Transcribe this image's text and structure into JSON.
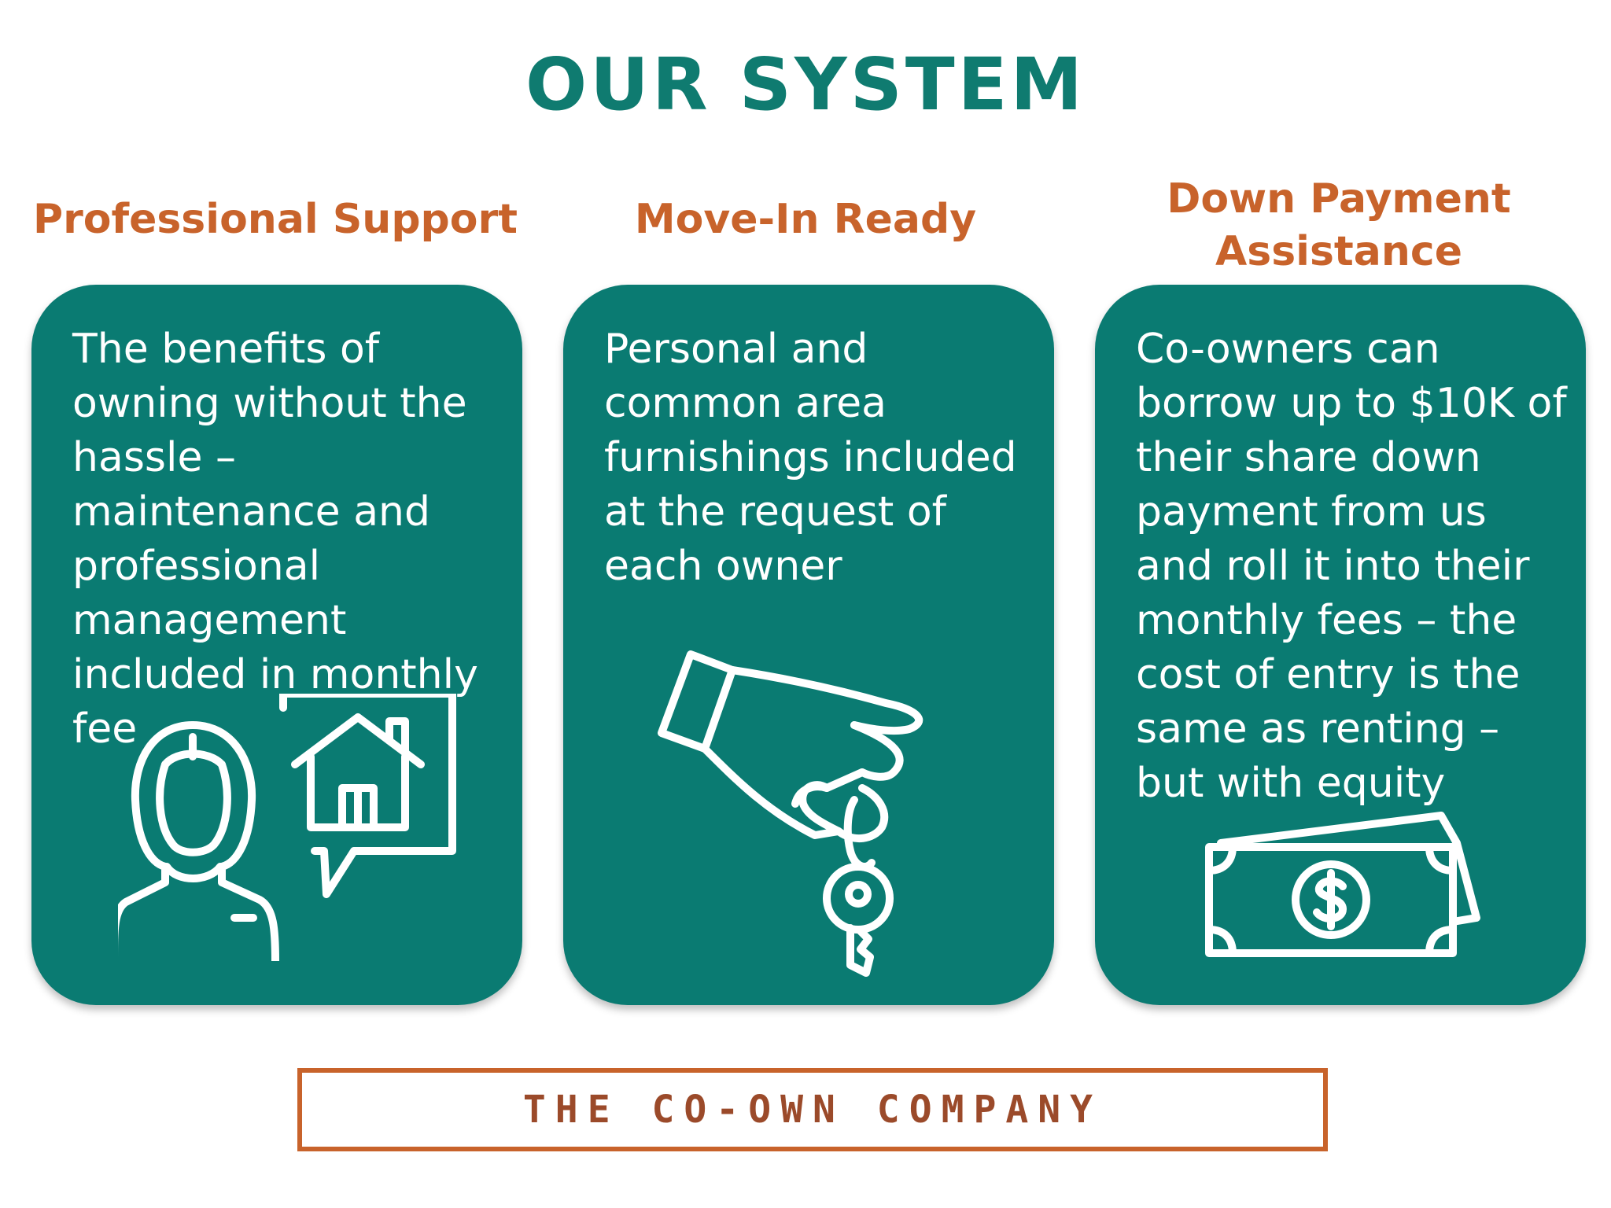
{
  "page": {
    "title": "OUR SYSTEM"
  },
  "columns": [
    {
      "heading": "Professional Support",
      "body": "The benefits of owning without the hassle – maintenance and professional management included in monthly fee",
      "icon": "manager-house-speech-icon"
    },
    {
      "heading": "Move-In Ready",
      "body": "Personal and common area furnishings included at the request of each owner",
      "icon": "hand-key-icon"
    },
    {
      "heading": "Down Payment Assistance",
      "body": "Co-owners can borrow up to $10K of their share down payment from us and roll it into their monthly fees – the cost of entry is the same as renting – but with equity",
      "icon": "money-bill-icon"
    }
  ],
  "footer": {
    "brand": "THE CO-OWN COMPANY"
  },
  "colors": {
    "teal": "#0a7b72",
    "title_teal": "#0f7b70",
    "orange": "#c8632b",
    "brand_brown": "#9b4a2a",
    "white": "#ffffff"
  }
}
